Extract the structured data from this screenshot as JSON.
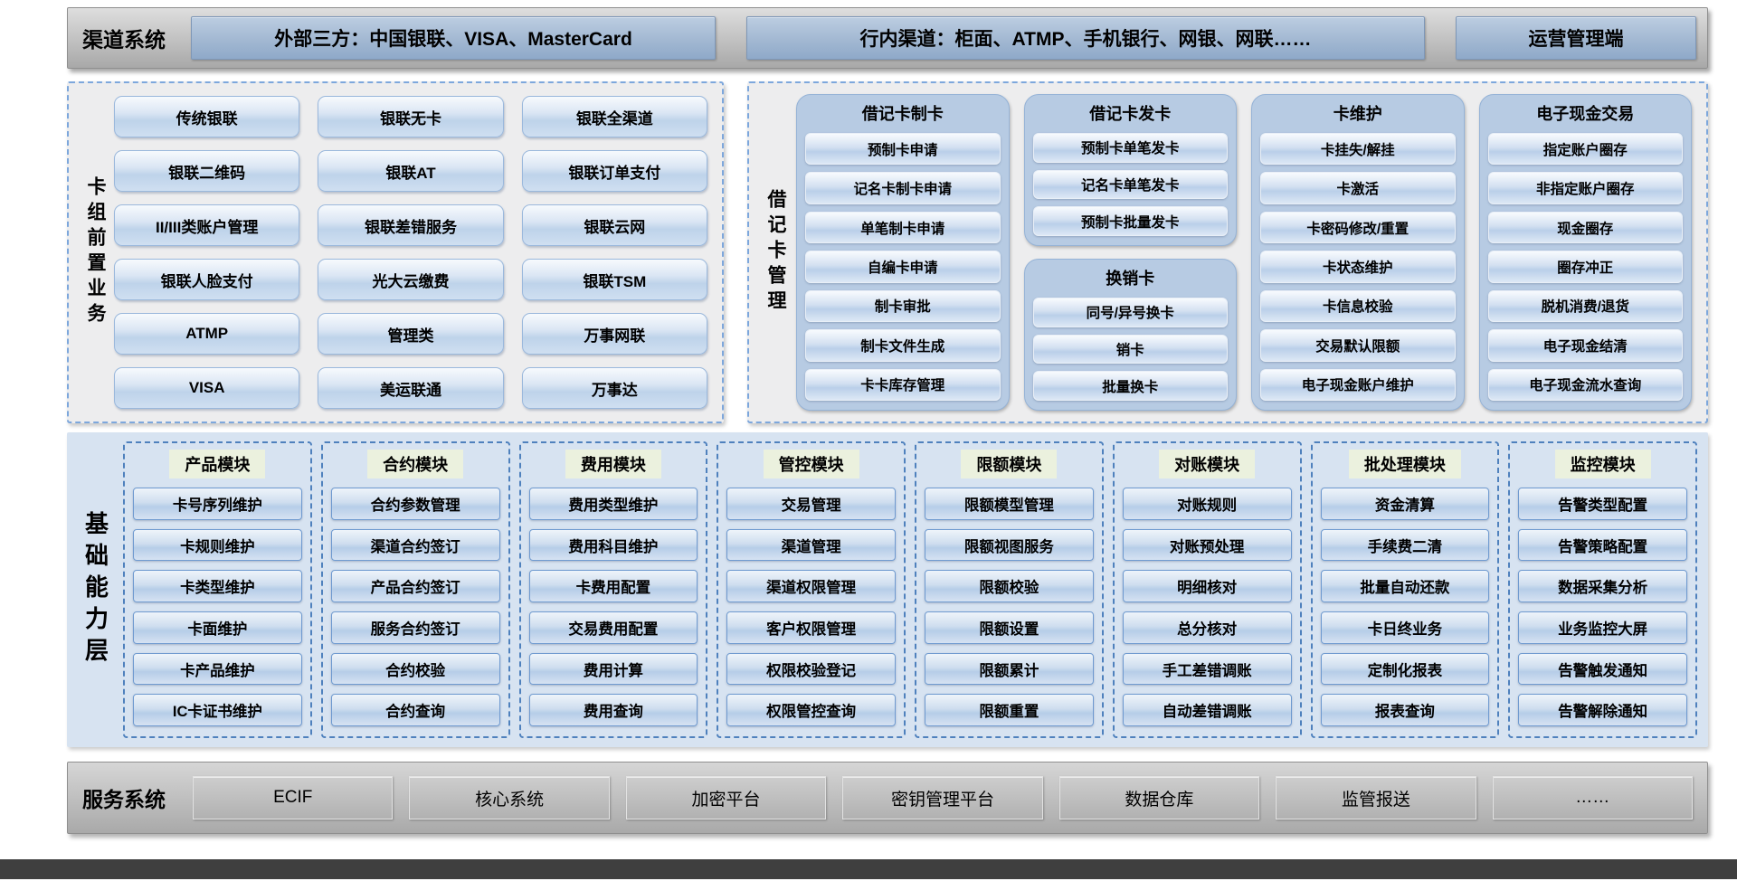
{
  "channel_bar": {
    "label": "渠道系统",
    "items": [
      "外部三方：中国银联、VISA、MasterCard",
      "行内渠道：柜面、ATMP、手机银行、网银、网联……",
      "运营管理端"
    ]
  },
  "card_front": {
    "label": "卡组前置业务",
    "items": [
      "传统银联",
      "银联无卡",
      "银联全渠道",
      "银联二维码",
      "银联AT",
      "银联订单支付",
      "II/III类账户管理",
      "银联差错服务",
      "银联云网",
      "银联人脸支付",
      "光大云缴费",
      "银联TSM",
      "ATMP",
      "管理类",
      "万事网联",
      "VISA",
      "美运联通",
      "万事达"
    ]
  },
  "debit_card": {
    "label": "借记卡管理",
    "columns": [
      {
        "groups": [
          {
            "title": "借记卡制卡",
            "items": [
              "预制卡申请",
              "记名卡制卡申请",
              "单笔制卡申请",
              "自编卡申请",
              "制卡审批",
              "制卡文件生成",
              "卡卡库存管理"
            ]
          }
        ]
      },
      {
        "groups": [
          {
            "title": "借记卡发卡",
            "items": [
              "预制卡单笔发卡",
              "记名卡单笔发卡",
              "预制卡批量发卡"
            ]
          },
          {
            "title": "换销卡",
            "items": [
              "同号/异号换卡",
              "销卡",
              "批量换卡"
            ]
          }
        ]
      },
      {
        "groups": [
          {
            "title": "卡维护",
            "items": [
              "卡挂失/解挂",
              "卡激活",
              "卡密码修改/重置",
              "卡状态维护",
              "卡信息校验",
              "交易默认限额",
              "电子现金账户维护"
            ]
          }
        ]
      },
      {
        "groups": [
          {
            "title": "电子现金交易",
            "items": [
              "指定账户圈存",
              "非指定账户圈存",
              "现金圈存",
              "圈存冲正",
              "脱机消费/退货",
              "电子现金结清",
              "电子现金流水查询"
            ]
          }
        ]
      }
    ]
  },
  "base_layer": {
    "label": "基础能力层",
    "modules": [
      {
        "title": "产品模块",
        "items": [
          "卡号序列维护",
          "卡规则维护",
          "卡类型维护",
          "卡面维护",
          "卡产品维护",
          "IC卡证书维护"
        ]
      },
      {
        "title": "合约模块",
        "items": [
          "合约参数管理",
          "渠道合约签订",
          "产品合约签订",
          "服务合约签订",
          "合约校验",
          "合约查询"
        ]
      },
      {
        "title": "费用模块",
        "items": [
          "费用类型维护",
          "费用科目维护",
          "卡费用配置",
          "交易费用配置",
          "费用计算",
          "费用查询"
        ]
      },
      {
        "title": "管控模块",
        "items": [
          "交易管理",
          "渠道管理",
          "渠道权限管理",
          "客户权限管理",
          "权限校验登记",
          "权限管控查询"
        ]
      },
      {
        "title": "限额模块",
        "items": [
          "限额模型管理",
          "限额视图服务",
          "限额校验",
          "限额设置",
          "限额累计",
          "限额重置"
        ]
      },
      {
        "title": "对账模块",
        "items": [
          "对账规则",
          "对账预处理",
          "明细核对",
          "总分核对",
          "手工差错调账",
          "自动差错调账"
        ]
      },
      {
        "title": "批处理模块",
        "items": [
          "资金清算",
          "手续费二清",
          "批量自动还款",
          "卡日终业务",
          "定制化报表",
          "报表查询"
        ]
      },
      {
        "title": "监控模块",
        "items": [
          "告警类型配置",
          "告警策略配置",
          "数据采集分析",
          "业务监控大屏",
          "告警触发通知",
          "告警解除通知"
        ]
      }
    ]
  },
  "service_bar": {
    "label": "服务系统",
    "items": [
      "ECIF",
      "核心系统",
      "加密平台",
      "密钥管理平台",
      "数据仓库",
      "监管报送",
      "……"
    ]
  },
  "colors": {
    "accent_blue": "#4f81bd",
    "container_blue": "#b8cce4",
    "layer_blue": "#d7e3f1",
    "module_header_green": "#ebf1de",
    "bar_gray": "#b3b3b3",
    "bottom_strip": "#3f3f3f"
  }
}
